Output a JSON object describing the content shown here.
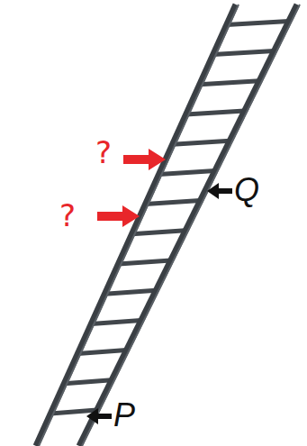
{
  "diagram": {
    "labels": [
      "?",
      "Q",
      "?",
      "P"
    ]
  }
}
